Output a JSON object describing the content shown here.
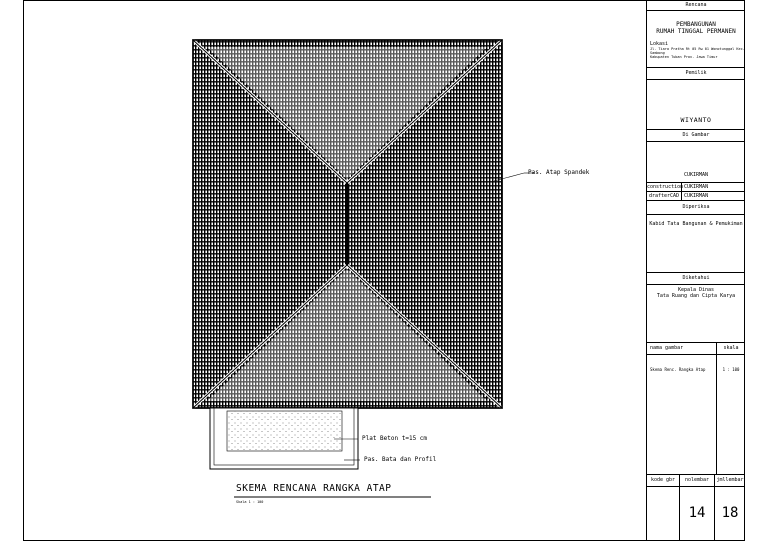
{
  "drawing": {
    "title": "SKEMA RENCANA RANGKA ATAP",
    "scale": "Skala 1 : 100",
    "labels": {
      "atap": "Pas. Atap Spandek",
      "plat": "Plat Beton t=15 cm",
      "bata": "Pas. Bata dan Profil"
    }
  },
  "title_block": {
    "rencana_header": "Rencana",
    "project": "PEMBANGUNAN",
    "project_line2": "RUMAH TINGGAL PERMANEN",
    "lokasi_label": "Lokasi",
    "lokasi_text": "Jl. Tiara Pratha Rt 05 Rw 01 Wonotunggal Kec. Sambong",
    "lokasi_text2": "Kabupaten Tuban Prov. Jawa Timur",
    "pemilik_label": "Pemilik",
    "pemilik": "WIYANTO",
    "digambar_label": "Di Gambar",
    "digambar": "CUKIRMAN",
    "construction_label": "construction",
    "construction": "CUKIRMAN",
    "drafter_label": "drafterCAD",
    "drafter": "CUKIRMAN",
    "diperiksa_label": "Diperiksa",
    "diperiksa": "Kabid Tata Bangunan & Pemukiman",
    "diketahui_label": "Diketahui",
    "diketahui": "Kepala Dinas",
    "diketahui2": "Tata Ruang dan Cipta Karya",
    "nama_gambar_label": "nama gambar",
    "skala_label": "skala",
    "nama_gambar": "Skema Renc. Rangka Atap",
    "skala": "1 : 100",
    "kode_label": "kode gbr",
    "nomor_label": "nolembar",
    "jumlah_label": "jmllembar",
    "nomor": "14",
    "jumlah": "18"
  }
}
